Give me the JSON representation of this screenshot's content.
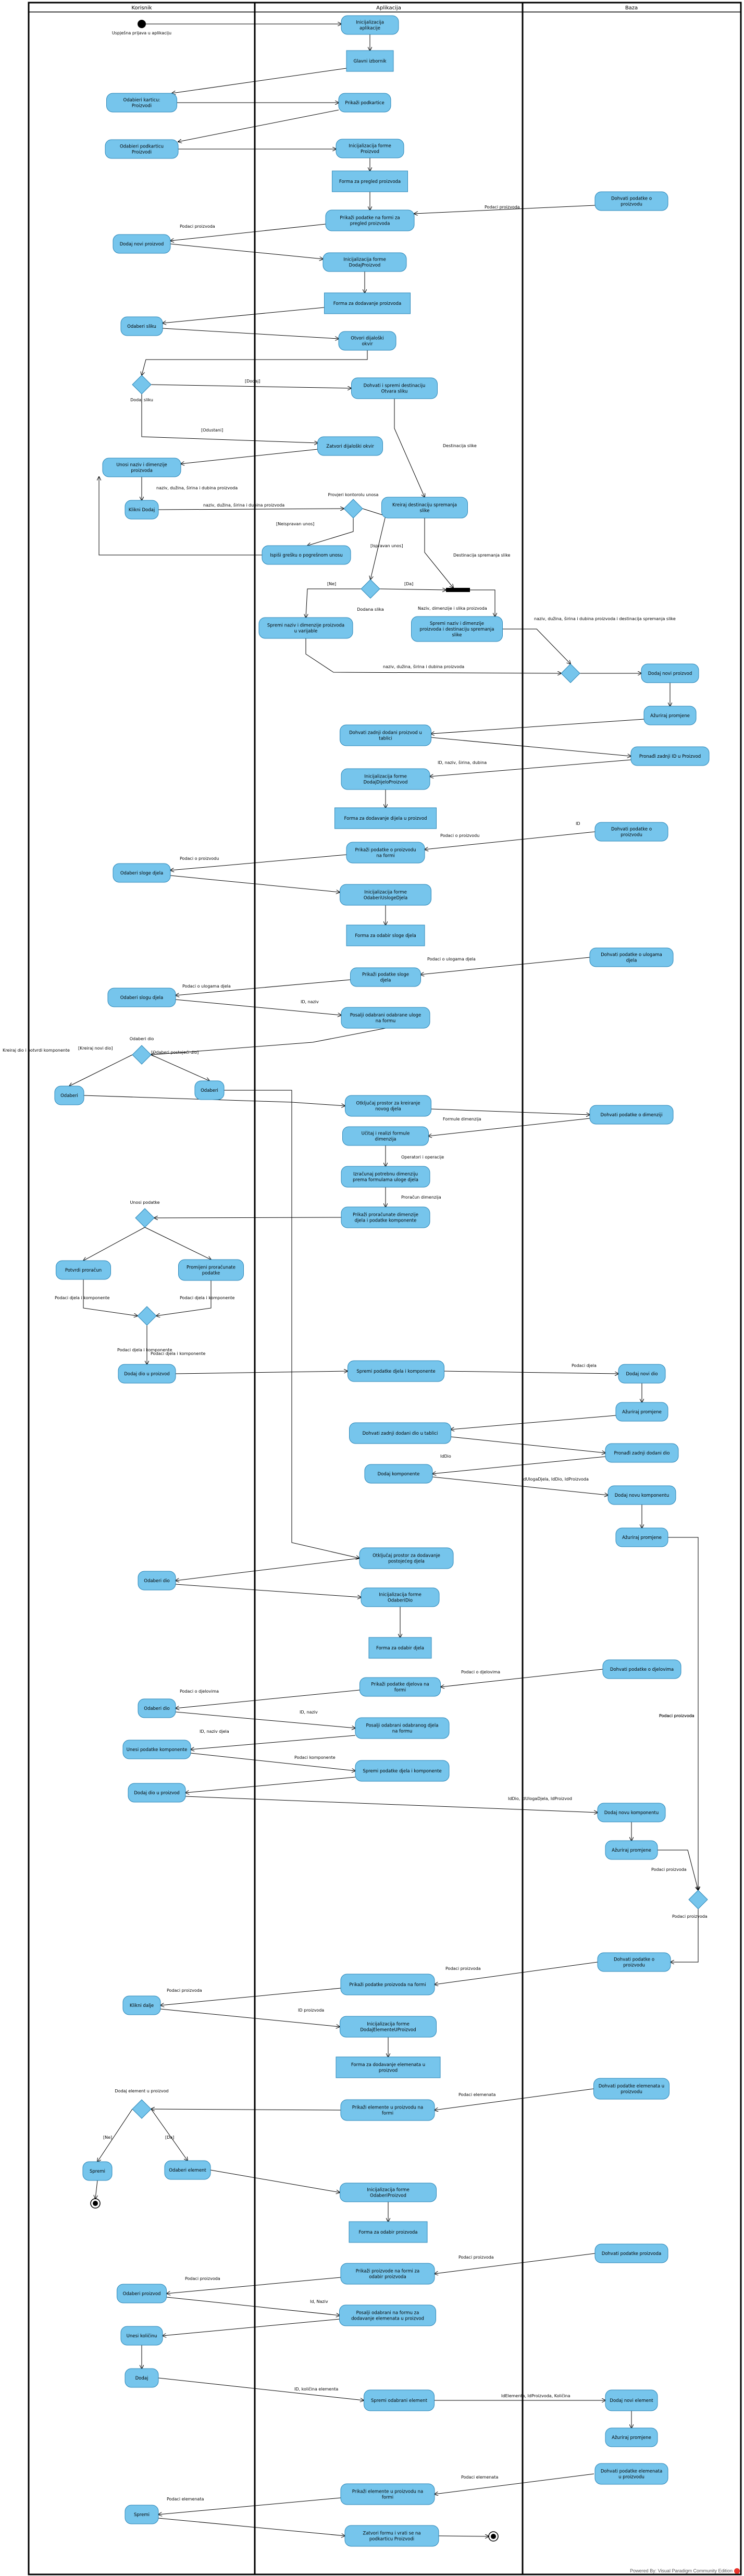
{
  "lanes": [
    "Korisnik",
    "Aplikacija",
    "Baza"
  ],
  "colors": {
    "node_fill": "#76c5ec",
    "node_stroke": "#2c87b8",
    "line": "#000000"
  },
  "nodes": [
    {
      "id": "n1",
      "text": "Inicijalizacija aplikacije",
      "type": "action"
    },
    {
      "id": "n2",
      "text": "Glavni izbornik",
      "type": "object"
    },
    {
      "id": "n3",
      "text": "Odabieri karticu: Proizvodi",
      "type": "action"
    },
    {
      "id": "n4",
      "text": "Prikaži podkartice",
      "type": "action"
    },
    {
      "id": "n5",
      "text": "Odabieri podkarticu Proizvodi",
      "type": "action"
    },
    {
      "id": "n6",
      "text": "Inicijalizacija forme Proizvod",
      "type": "action"
    },
    {
      "id": "n7",
      "text": "Forma za pregled proizvoda",
      "type": "object"
    },
    {
      "id": "n8",
      "text": "Dohvati podatke o proizvodu",
      "type": "action"
    },
    {
      "id": "n9",
      "text": "Prikaži podatke na formi za pregled proizvoda",
      "type": "action"
    },
    {
      "id": "n10",
      "text": "Dodaj novi proizvod",
      "type": "action"
    },
    {
      "id": "n11",
      "text": "Inicijalizacija forme DodajProizvod",
      "type": "action"
    },
    {
      "id": "n12",
      "text": "Forma za dodavanje proizvoda",
      "type": "object"
    },
    {
      "id": "n13",
      "text": "Odaberi sliku",
      "type": "action"
    },
    {
      "id": "n14",
      "text": "Otvori dijaloški okvir",
      "type": "action"
    },
    {
      "id": "n15",
      "text": "Dohvati i spremi destinaciju Otvara sliku",
      "type": "action"
    },
    {
      "id": "n16",
      "text": "Zatvori dijaloški okvir",
      "type": "action"
    },
    {
      "id": "n17",
      "text": "Unosi naziv i dimenzije proizvoda",
      "type": "action"
    },
    {
      "id": "n18",
      "text": "Klikni Dodaj",
      "type": "action"
    },
    {
      "id": "n19",
      "text": "Ispiši grešku o pogrešnom unosu",
      "type": "action"
    },
    {
      "id": "n20",
      "text": "Kreiraj destinaciju spremanja slike",
      "type": "action"
    },
    {
      "id": "n21",
      "text": "Spremi naziv i dimenzije proizvoda u varijable",
      "type": "action"
    },
    {
      "id": "n22",
      "text": "Spremi naziv i dimenzije proizvoda i destinaciju spremanja slike",
      "type": "action"
    },
    {
      "id": "n23",
      "text": "Dodaj novi proizvod",
      "type": "action"
    },
    {
      "id": "n24",
      "text": "Ažuriraj promjene",
      "type": "action"
    },
    {
      "id": "n25",
      "text": "Dohvati zadnji dodani proizvod u tablici",
      "type": "action"
    },
    {
      "id": "n26",
      "text": "Pronađi zadnji ID u Proizvod",
      "type": "action"
    },
    {
      "id": "n27",
      "text": "Inicijalizacija forme DodajDijeloProizvod",
      "type": "action"
    },
    {
      "id": "n28",
      "text": "Forma za dodavanje dijela u proizvod",
      "type": "object"
    },
    {
      "id": "n29",
      "text": "Dohvati podatke o proizvodu",
      "type": "action"
    },
    {
      "id": "n30",
      "text": "Prikaži podatke o proizvodu na formi",
      "type": "action"
    },
    {
      "id": "n31",
      "text": "Odaberi sloge djela",
      "type": "action"
    },
    {
      "id": "n32",
      "text": "Inicijalizacija forme OdaberiUslogeDjela",
      "type": "action"
    },
    {
      "id": "n33",
      "text": "Forma za odabir sloge djela",
      "type": "object"
    },
    {
      "id": "n34",
      "text": "Dohvati podatke o ulogama djela",
      "type": "action"
    },
    {
      "id": "n35",
      "text": "Prikaži podatke sloge djela",
      "type": "action"
    },
    {
      "id": "n36",
      "text": "Odaberi slogu djela",
      "type": "action"
    },
    {
      "id": "n37",
      "text": "Posalji odabrani odabrane uloge na formu",
      "type": "action"
    },
    {
      "id": "n38",
      "text": "Odaberi",
      "type": "action"
    },
    {
      "id": "n39",
      "text": "Odaberi",
      "type": "action"
    },
    {
      "id": "n40",
      "text": "Otključaj prostor za kreiranje novog djela",
      "type": "action"
    },
    {
      "id": "n41",
      "text": "Dohvati podatke o dimenziji",
      "type": "action"
    },
    {
      "id": "n42",
      "text": "Učitaj i realizi formule dimenzija",
      "type": "action"
    },
    {
      "id": "n43",
      "text": "Izračunaj potrebnu dimenziju prema formulama uloge djela",
      "type": "action"
    },
    {
      "id": "n44",
      "text": "Prikaži proračunate dimenzije djela i podatke komponente",
      "type": "action"
    },
    {
      "id": "n45",
      "text": "Potvrdi proračun",
      "type": "action"
    },
    {
      "id": "n46",
      "text": "Promijeni proračunate podatke",
      "type": "action"
    },
    {
      "id": "n47",
      "text": "Dodaj dio u proizvod",
      "type": "action"
    },
    {
      "id": "n48",
      "text": "Spremi podatke djela i komponente",
      "type": "action"
    },
    {
      "id": "n49",
      "text": "Dodaj novi dio",
      "type": "action"
    },
    {
      "id": "n50",
      "text": "Ažuriraj promjene",
      "type": "action"
    },
    {
      "id": "n51",
      "text": "Dohvati zadnji dodani dio u tablici",
      "type": "action"
    },
    {
      "id": "n52",
      "text": "Pronađi zadnji dodani dio",
      "type": "action"
    },
    {
      "id": "n53",
      "text": "Dodaj komponente",
      "type": "action"
    },
    {
      "id": "n54",
      "text": "Dodaj novu komponentu",
      "type": "action"
    },
    {
      "id": "n55",
      "text": "Ažuriraj promjene",
      "type": "action"
    },
    {
      "id": "n56",
      "text": "Otključaj prostor za dodavanje postojećeg djela",
      "type": "action"
    },
    {
      "id": "n57",
      "text": "Odaberi dio",
      "type": "action"
    },
    {
      "id": "n58",
      "text": "Inicijalizacija forme OdaberiDio",
      "type": "action"
    },
    {
      "id": "n59",
      "text": "Forma za odabir djela",
      "type": "object"
    },
    {
      "id": "n60",
      "text": "Dohvati podatke o djelovima",
      "type": "action"
    },
    {
      "id": "n61",
      "text": "Prikaži podatke djelova na formi",
      "type": "action"
    },
    {
      "id": "n62",
      "text": "Odaberi dio",
      "type": "action"
    },
    {
      "id": "n63",
      "text": "Posalji odabrani odabranog djela na formu",
      "type": "action"
    },
    {
      "id": "n64",
      "text": "Unesi podatke komponente",
      "type": "action"
    },
    {
      "id": "n65",
      "text": "Spremi podatke djela i komponente",
      "type": "action"
    },
    {
      "id": "n66",
      "text": "Dodaj dio u proizvod",
      "type": "action"
    },
    {
      "id": "n67",
      "text": "Dodaj novu komponentu",
      "type": "action"
    },
    {
      "id": "n68",
      "text": "Ažuriraj promjene",
      "type": "action"
    },
    {
      "id": "n69",
      "text": "Dohvati podatke o proizvodu",
      "type": "action"
    },
    {
      "id": "n70",
      "text": "Prikaži podatke proizvoda na formi",
      "type": "action"
    },
    {
      "id": "n71",
      "text": "Klikni dalje",
      "type": "action"
    },
    {
      "id": "n72",
      "text": "Inicijalizacija forme DodajElementeUProizvod",
      "type": "action"
    },
    {
      "id": "n73",
      "text": "Forma za dodavanje elemenata u proizvod",
      "type": "object"
    },
    {
      "id": "n74",
      "text": "Dohvati podatke elemenata u proizvodu",
      "type": "action"
    },
    {
      "id": "n75",
      "text": "Prikaži elemente u proizvodu na formi",
      "type": "action"
    },
    {
      "id": "n76",
      "text": "Spremi",
      "type": "action"
    },
    {
      "id": "n77",
      "text": "Odaberi element",
      "type": "action"
    },
    {
      "id": "n78",
      "text": "Inicijalizacija forme OdaberiProizvod",
      "type": "action"
    },
    {
      "id": "n79",
      "text": "Forma za odabir proizvoda",
      "type": "object"
    },
    {
      "id": "n80",
      "text": "Dohvati podatke proizvoda",
      "type": "action"
    },
    {
      "id": "n81",
      "text": "Prikaži proizvode na formi za odabir proizvoda",
      "type": "action"
    },
    {
      "id": "n82",
      "text": "Odaberi proizvod",
      "type": "action"
    },
    {
      "id": "n83",
      "text": "Posalji odabrani na formu za dodavanje elemenata u proizvod",
      "type": "action"
    },
    {
      "id": "n84",
      "text": "Unesi količinu",
      "type": "action"
    },
    {
      "id": "n85",
      "text": "Dodaj",
      "type": "action"
    },
    {
      "id": "n86",
      "text": "Spremi odabrani element",
      "type": "action"
    },
    {
      "id": "n87",
      "text": "Dodaj novi element",
      "type": "action"
    },
    {
      "id": "n88",
      "text": "Ažuriraj promjene",
      "type": "action"
    },
    {
      "id": "n89",
      "text": "Dohvati podatke elemenata u proizvodu",
      "type": "action"
    },
    {
      "id": "n90",
      "text": "Prikaži elemente u proizvodu na formi",
      "type": "action"
    },
    {
      "id": "n91",
      "text": "Spremi",
      "type": "action"
    },
    {
      "id": "n92",
      "text": "Zatvori formu i vrati se na podkarticu Proizvodi",
      "type": "action"
    }
  ],
  "labels": [
    {
      "id": "l1",
      "text": "Uspješna prijava u aplikaciju"
    },
    {
      "id": "l2",
      "text": "Podaci proizvoda"
    },
    {
      "id": "l3",
      "text": "Podaci proizvoda"
    },
    {
      "id": "l4",
      "text": "[Dodaj]"
    },
    {
      "id": "l5",
      "text": "Dodaj sliku"
    },
    {
      "id": "l6",
      "text": "[Odustani]"
    },
    {
      "id": "l7",
      "text": "Destinacija slike"
    },
    {
      "id": "l8",
      "text": "naziv, dužina, širina i dubina proizvoda"
    },
    {
      "id": "l9",
      "text": "naziv, dužina, širina i dubina proizvoda"
    },
    {
      "id": "l10",
      "text": "Provjeri kontorolu unosa"
    },
    {
      "id": "l11",
      "text": "[Neispravan unos]"
    },
    {
      "id": "l12",
      "text": "[Ispravan unos]"
    },
    {
      "id": "l13",
      "text": "Destinacija spremanja slike"
    },
    {
      "id": "l14",
      "text": "[Ne]"
    },
    {
      "id": "l15",
      "text": "[Da]"
    },
    {
      "id": "l16",
      "text": "Dodana slika"
    },
    {
      "id": "l17",
      "text": "Naziv, dimenzije i slika proizvoda"
    },
    {
      "id": "l18",
      "text": "naziv, dužina, širina i dubina proizvoda i destinacija spremanja slike"
    },
    {
      "id": "l19",
      "text": "naziv, dužina, širina i dubina proizvoda"
    },
    {
      "id": "l20",
      "text": "ID, naziv, širina, dubina"
    },
    {
      "id": "l21",
      "text": "ID"
    },
    {
      "id": "l22",
      "text": "Podaci o proizvodu"
    },
    {
      "id": "l23",
      "text": "Podaci o proizvodu"
    },
    {
      "id": "l24",
      "text": "Podaci o ulogama djela"
    },
    {
      "id": "l25",
      "text": "Podaci o ulogama djela"
    },
    {
      "id": "l26",
      "text": "ID, naziv"
    },
    {
      "id": "l27",
      "text": "Odaberi dio"
    },
    {
      "id": "l28",
      "text": "[Kreiraj novi dio]"
    },
    {
      "id": "l29",
      "text": "[Odaberi postojeći dio]"
    },
    {
      "id": "l30",
      "text": "Kreiraj dio i potvrdi komponente"
    },
    {
      "id": "l31",
      "text": "Formule dimenzija"
    },
    {
      "id": "l32",
      "text": "Operatori i operacije"
    },
    {
      "id": "l33",
      "text": "Proračun dimenzija"
    },
    {
      "id": "l34",
      "text": "Unosi podatke"
    },
    {
      "id": "l35",
      "text": "Podaci djela i komponente"
    },
    {
      "id": "l36",
      "text": "Podaci djela i komponente"
    },
    {
      "id": "l37",
      "text": "Podaci djela i komponente"
    },
    {
      "id": "l38",
      "text": "Podaci djela i komponente"
    },
    {
      "id": "l39",
      "text": "Podaci djela"
    },
    {
      "id": "l40",
      "text": "IdDio"
    },
    {
      "id": "l41",
      "text": "IdUlogaDjela, IdDio, IdProizvoda"
    },
    {
      "id": "l42",
      "text": "Podaci proizvoda"
    },
    {
      "id": "l43",
      "text": "Podaci o djelovima"
    },
    {
      "id": "l44",
      "text": "Podaci o djelovima"
    },
    {
      "id": "l45",
      "text": "ID, naziv"
    },
    {
      "id": "l46",
      "text": "ID, naziv djela"
    },
    {
      "id": "l47",
      "text": "Podaci komponente"
    },
    {
      "id": "l48",
      "text": "IdDio, IdUlogaDjela, IdProizvod"
    },
    {
      "id": "l49",
      "text": "Podaci proizvoda"
    },
    {
      "id": "l50",
      "text": "Podaci proizvoda"
    },
    {
      "id": "l51",
      "text": "Podaci proizvoda"
    },
    {
      "id": "l52",
      "text": "Podaci proizvoda"
    },
    {
      "id": "l53",
      "text": "ID proizvoda"
    },
    {
      "id": "l54",
      "text": "Podaci elemenata"
    },
    {
      "id": "l55",
      "text": "Dodaj element u proizvod"
    },
    {
      "id": "l56",
      "text": "[Ne]"
    },
    {
      "id": "l57",
      "text": "[Da]"
    },
    {
      "id": "l58",
      "text": "Podaci proizvoda"
    },
    {
      "id": "l59",
      "text": "Podaci proizvoda"
    },
    {
      "id": "l60",
      "text": "Id, Naziv"
    },
    {
      "id": "l61",
      "text": "ID, količina elementa"
    },
    {
      "id": "l62",
      "text": "IdElementa, IdProizvoda, Količina"
    },
    {
      "id": "l63",
      "text": "Podaci elemenata"
    },
    {
      "id": "l64",
      "text": "Podaci elemenata"
    },
    {
      "id": "l65",
      "text": "Podaci proizvoda"
    }
  ],
  "watermark": "Powered By: Visual Paradigm Community Edition"
}
